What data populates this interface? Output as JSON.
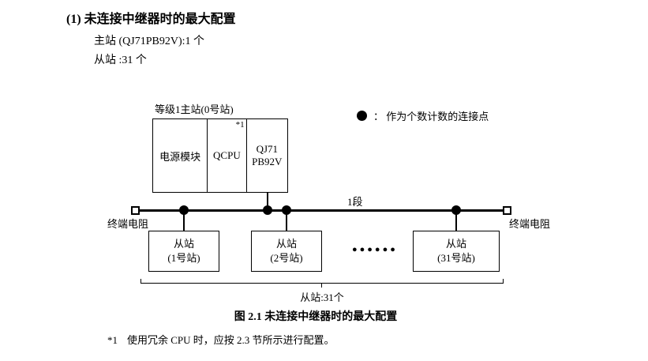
{
  "doc": {
    "heading": "(1) 未连接中继器时的最大配置",
    "master_line": "主站 (QJ71PB92V):1 个",
    "slave_line": "从站 :31 个",
    "caption": "图 2.1 未连接中继器时的最大配置",
    "footnote": {
      "marker": "*1",
      "text": "使用冗余 CPU 时，应按 2.3 节所示进行配置。"
    }
  },
  "diagram": {
    "master": {
      "label": "等级1主站(0号站)",
      "cells": [
        {
          "text": "电源模块"
        },
        {
          "text": "QCPU",
          "note": "*1"
        },
        {
          "line1": "QJ71",
          "line2": "PB92V"
        }
      ]
    },
    "legend": {
      "label": "： 作为个数计数的连接点"
    },
    "segment_label": "1段",
    "terminator_left": "终端电阻",
    "terminator_right": "终端电阻",
    "slaves": [
      {
        "line1": "从站",
        "line2": "(1号站)"
      },
      {
        "line1": "从站",
        "line2": "(2号站)"
      },
      {
        "line1": "从站",
        "line2": "(31号站)"
      }
    ],
    "ellipsis": "●●●●●●",
    "span_label": "从站:31个"
  }
}
